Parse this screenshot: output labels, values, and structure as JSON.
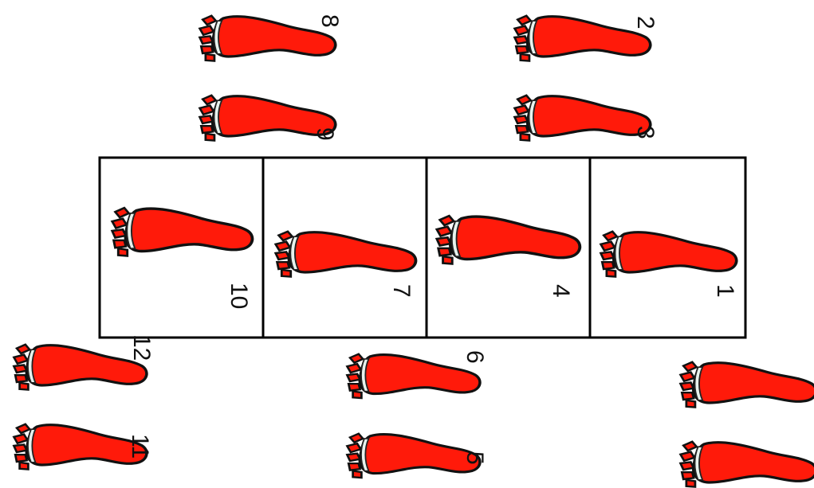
{
  "boxed_labels": [
    "10",
    "7",
    "4",
    "1"
  ],
  "pairs": [
    {
      "left_label": "9",
      "right_label": "8"
    },
    {
      "left_label": "3",
      "right_label": "2"
    },
    {
      "left_label": "11",
      "right_label": "12"
    },
    {
      "left_label": "5",
      "right_label": "6"
    },
    {
      "left_label": "",
      "right_label": ""
    }
  ],
  "colors": {
    "foot": "#ff1a0a",
    "outline": "#111111",
    "gap": "#e8f3ee"
  }
}
